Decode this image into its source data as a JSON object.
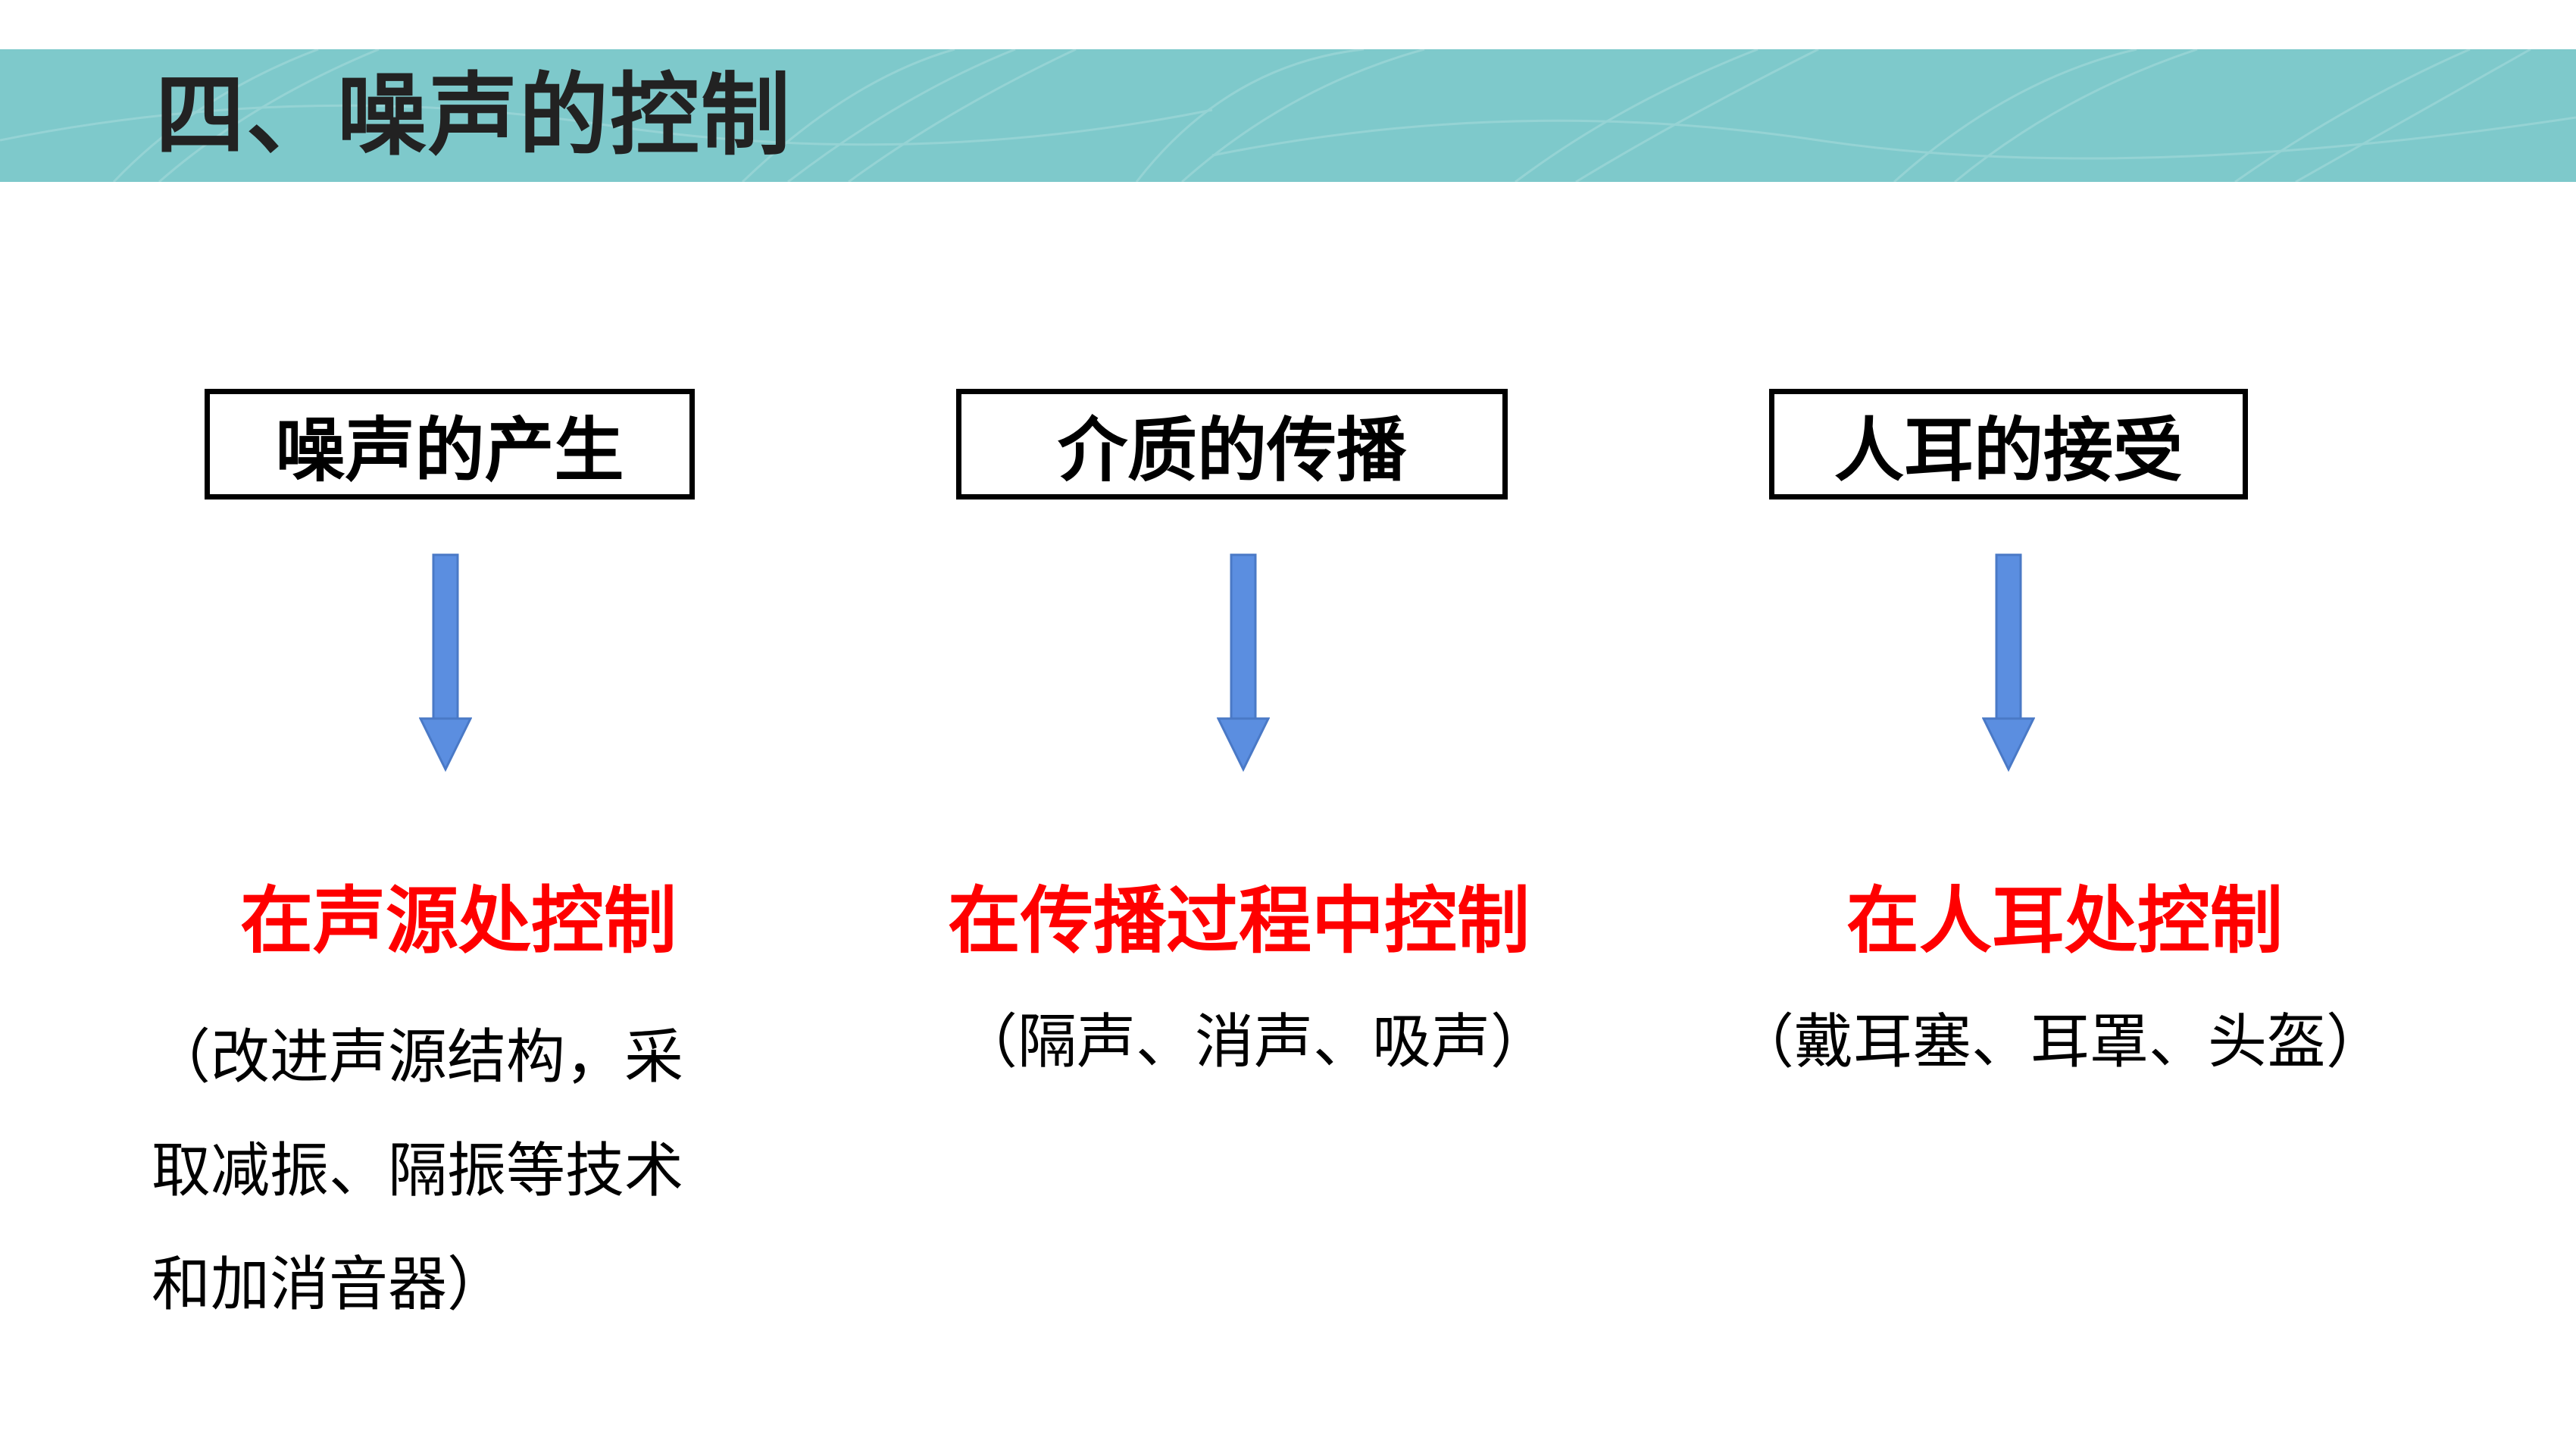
{
  "header": {
    "title": "四、噪声的控制",
    "band_color": "#7ec9cb"
  },
  "stages": [
    {
      "label": "噪声的产生"
    },
    {
      "label": "介质的传播"
    },
    {
      "label": "人耳的接受"
    }
  ],
  "arrows": {
    "color": "#5b8ee0",
    "icon": "down-arrow-icon"
  },
  "methods": [
    {
      "title": "在声源处控制",
      "detail_lines": [
        "（改进声源结构，采",
        "取减振、隔振等技术",
        "和加消音器）"
      ]
    },
    {
      "title": "在传播过程中控制",
      "detail": "（隔声、消声、吸声）"
    },
    {
      "title": "在人耳处控制",
      "detail": "（戴耳塞、耳罩、头盔）"
    }
  ],
  "colors": {
    "method_title": "#ff0000",
    "text": "#000000"
  }
}
